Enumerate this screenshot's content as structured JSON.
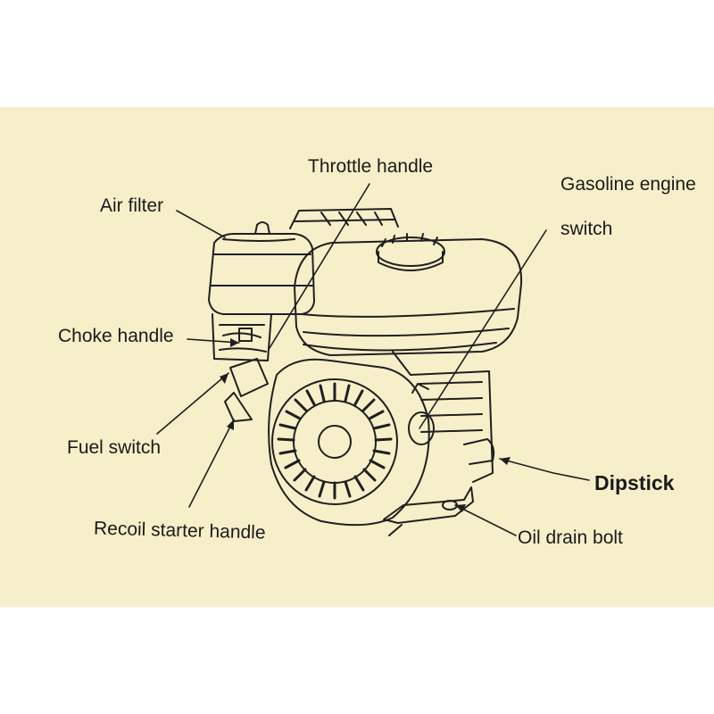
{
  "labels": {
    "throttle_handle": "Throttle handle",
    "air_filter": "Air filter",
    "gasoline_engine_line1": "Gasoline engine",
    "gasoline_engine_line2": "switch",
    "choke_handle": "Choke handle",
    "fuel_switch": "Fuel switch",
    "dipstick": "Dipstick",
    "recoil_starter_handle": "Recoil starter handle",
    "oil_drain_bolt": "Oil drain bolt"
  },
  "colors": {
    "background_panel": "#f7efc9",
    "ink": "#1a1a1a"
  },
  "illustration": "gasoline-engine-line-drawing"
}
